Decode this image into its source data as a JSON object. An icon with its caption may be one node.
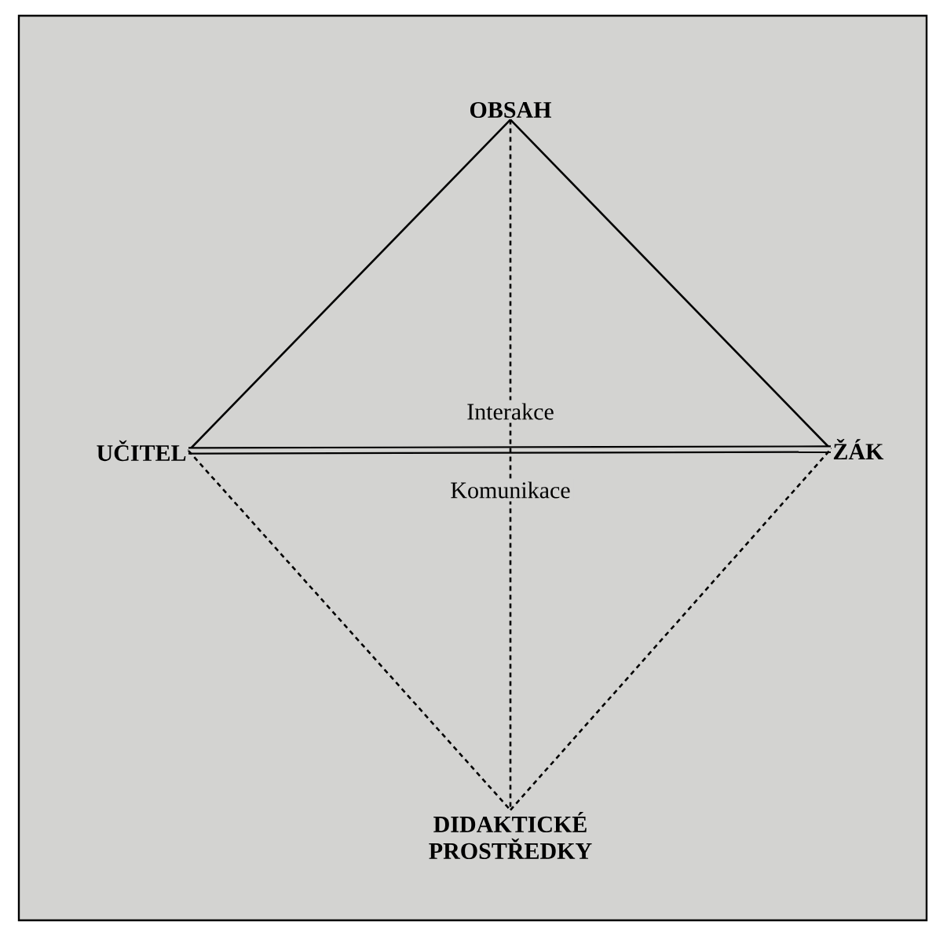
{
  "diagram": {
    "nodes": [
      {
        "text": [
          "OBSAH"
        ]
      },
      {
        "text": [
          "UČITEL"
        ]
      },
      {
        "text": [
          "ŽÁK"
        ]
      },
      {
        "text": [
          "DIDAKTICKÉ PROSTŘEDKY"
        ]
      }
    ],
    "edges": [
      {
        "from": 1,
        "to": 0,
        "arrow": "none"
      },
      {
        "from": 0,
        "to": 2,
        "arrow": "none"
      },
      {
        "from": 1,
        "to": 2,
        "arrow": "none",
        "style": "thick"
      },
      {
        "from": 1,
        "to": 3,
        "arrow": "none",
        "style": "dashed"
      },
      {
        "from": 3,
        "to": 2,
        "arrow": "none",
        "style": "dashed"
      },
      {
        "from": 0,
        "to": 3,
        "arrow": "none",
        "style": "dashed"
      }
    ],
    "labels": [
      "Interakce",
      "Komunikace"
    ]
  }
}
